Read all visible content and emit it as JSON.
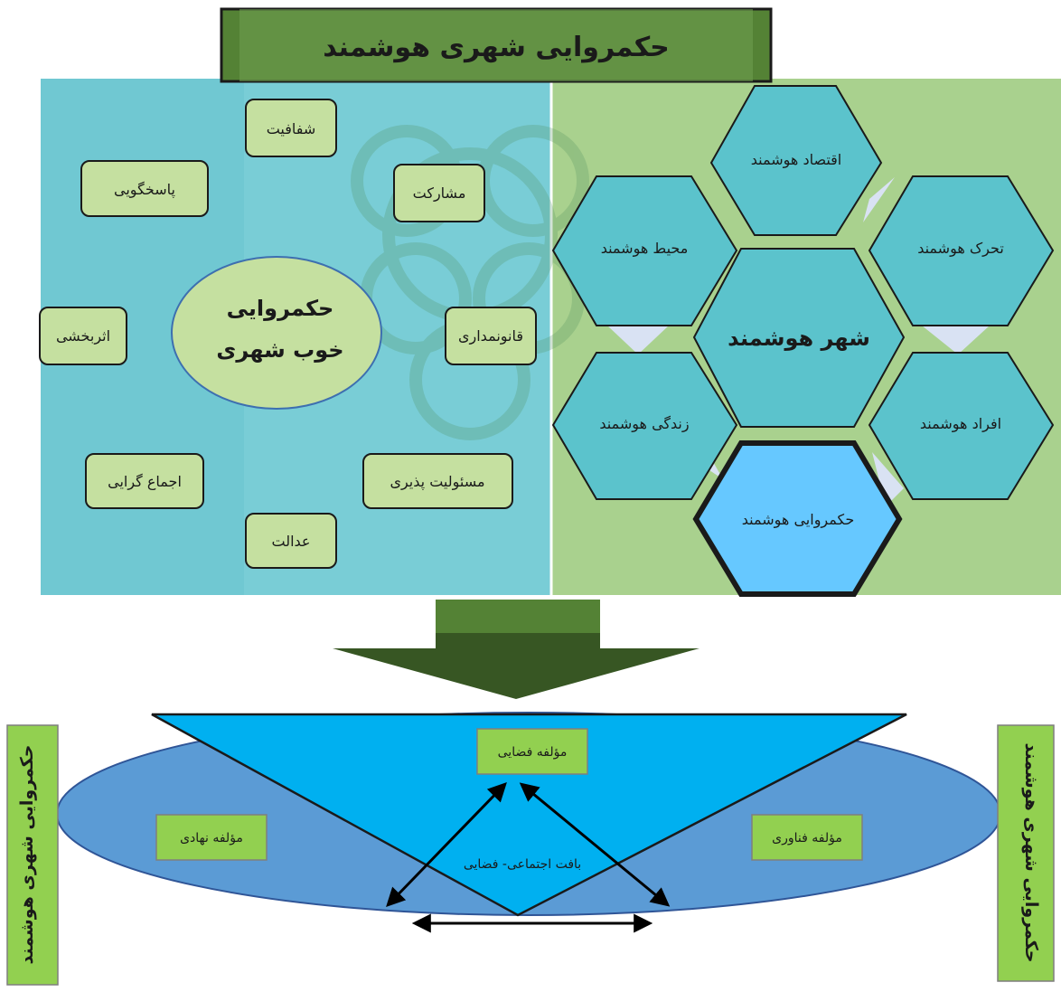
{
  "title": "حکمروایی شهری هوشمند",
  "good_governance": {
    "center_line1": "حکمروایی",
    "center_line2": "خوب شهری",
    "principles": [
      "شفافیت",
      "پاسخگویی",
      "مشارکت",
      "اثربخشی",
      "قانونمداری",
      "اجماع گرایی",
      "مسئولیت پذیری",
      "عدالت"
    ]
  },
  "smart_city": {
    "center": "شهر هوشمند",
    "hexes": [
      "اقتصاد هوشمند",
      "محیط هوشمند",
      "تحرک هوشمند",
      "زندگی هوشمند",
      "افراد هوشمند",
      "حکمروایی هوشمند"
    ]
  },
  "bottom": {
    "spatial": "مؤلفه فضایی",
    "institutional": "مؤلفه نهادی",
    "technology": "مؤلفه فناوری",
    "center_text": "بافت اجتماعی- فضایی",
    "side_left": "حکمروایی شهری هوشمند",
    "side_right": "حکمروایی شهری هوشمند"
  },
  "colors": {
    "title_green": "#548235",
    "dark_green": "#375623",
    "left_panel": "#70c8d2",
    "right_panel": "#a9d18e",
    "hex_teal": "#5bc3cc",
    "hex_highlight": "#66c8ff",
    "ellipse": "#5b9bd5",
    "triangle": "#00b0f0",
    "label_green": "#92d050",
    "pill": "#c5e0a0"
  }
}
